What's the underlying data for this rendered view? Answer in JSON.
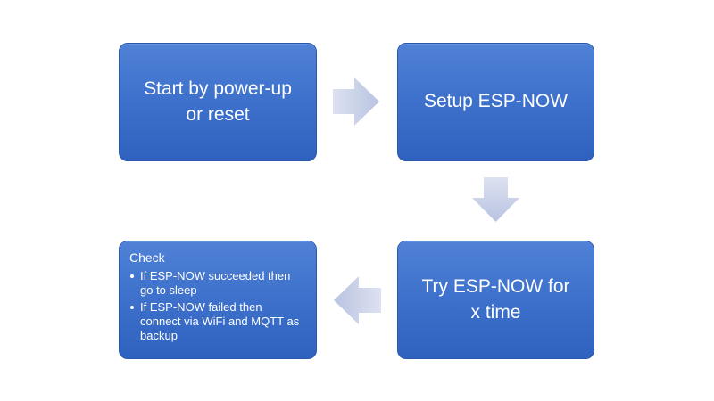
{
  "diagram": {
    "start_box": {
      "text": "Start by power-up\nor reset"
    },
    "setup_box": {
      "text": "Setup ESP-NOW"
    },
    "try_box": {
      "text": "Try ESP-NOW for\nx time"
    },
    "check_box": {
      "title": "Check",
      "items": [
        "If ESP-NOW succeeded then go to sleep",
        "If ESP-NOW failed then connect via WiFi and MQTT as backup"
      ]
    },
    "colors": {
      "box_fill": "#3f72cc",
      "arrow_fill": "#c5cde6"
    }
  }
}
